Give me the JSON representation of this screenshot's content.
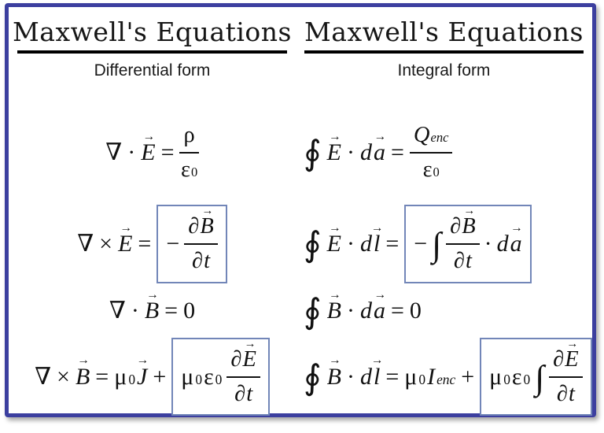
{
  "colors": {
    "frame_border": "#3c3f9f",
    "highlight_box_border": "#7286b8",
    "text": "#111111",
    "underline": "#000000"
  },
  "left_column": {
    "title": "Maxwell's Equations",
    "subtitle": "Differential form"
  },
  "right_column": {
    "title": "Maxwell's Equations",
    "subtitle": "Integral form"
  },
  "sym": {
    "nabla": "∇",
    "cdot": "·",
    "cross": "×",
    "equals": "=",
    "minus": "−",
    "plus": "+",
    "vec_arrow": "→",
    "oint": "∮",
    "integral": "∫",
    "partial": "∂",
    "rho": "ρ",
    "epsilon": "ε",
    "mu": "μ",
    "zero": "0",
    "E": "E",
    "B": "B",
    "J": "J",
    "t": "t",
    "d": "d",
    "a": "a",
    "l": "l",
    "Q": "Q",
    "I": "I",
    "enc": "enc"
  },
  "equations": {
    "differential": [
      {
        "name": "gauss-law-electric",
        "text": "∇ · E⃗ = ρ / ε₀",
        "highlighted": ""
      },
      {
        "name": "faraday-law",
        "text": "∇ × E⃗ = −∂B⃗/∂t",
        "highlighted": "−∂B⃗/∂t"
      },
      {
        "name": "gauss-law-magnetic",
        "text": "∇ · B⃗ = 0",
        "highlighted": ""
      },
      {
        "name": "ampere-maxwell-law",
        "text": "∇ × B⃗ = μ₀J⃗ + μ₀ε₀ ∂E⃗/∂t",
        "highlighted": "μ₀ε₀ ∂E⃗/∂t"
      }
    ],
    "integral": [
      {
        "name": "gauss-law-electric",
        "text": "∮ E⃗ · da⃗ = Q_enc / ε₀",
        "highlighted": ""
      },
      {
        "name": "faraday-law",
        "text": "∮ E⃗ · dl⃗ = −∫ ∂B⃗/∂t · da⃗",
        "highlighted": "−∫ ∂B⃗/∂t · da⃗"
      },
      {
        "name": "gauss-law-magnetic",
        "text": "∮ B⃗ · da⃗ = 0",
        "highlighted": ""
      },
      {
        "name": "ampere-maxwell-law",
        "text": "∮ B⃗ · dl⃗ = μ₀I_enc + μ₀ε₀ ∫ ∂E⃗/∂t",
        "highlighted": "μ₀ε₀ ∫ ∂E⃗/∂t"
      }
    ]
  }
}
